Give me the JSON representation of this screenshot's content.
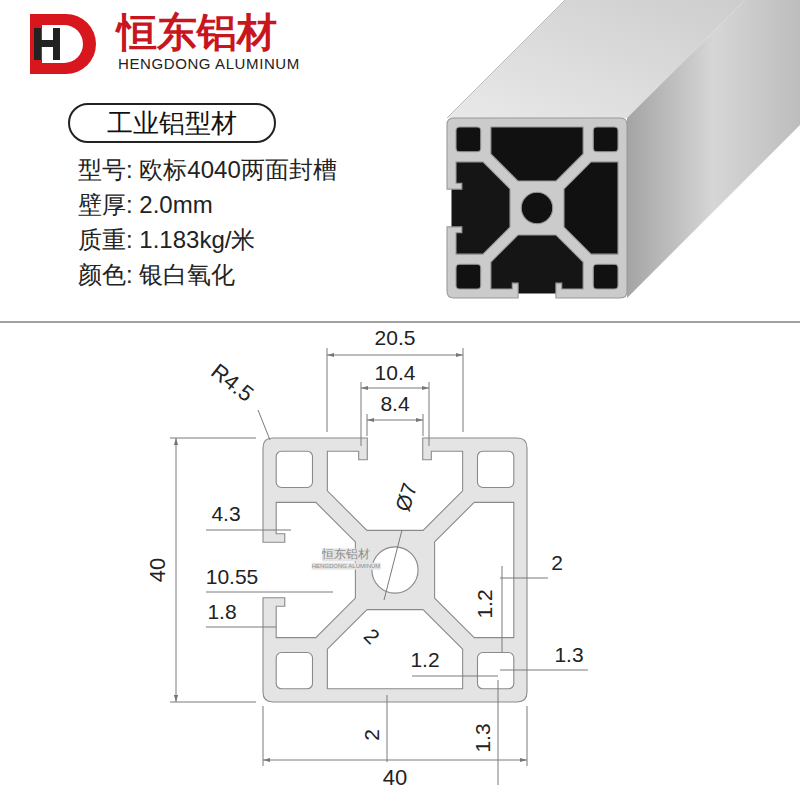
{
  "diagram": {
    "title": "恒东铝材",
    "nodes": [
      {
        "text": [
          "工业铝型材"
        ]
      }
    ],
    "labels": [
      "HENGDONG ALUMINUM",
      "型号: 欧标4040两面封槽",
      "壁厚: 2.0mm",
      "质重: 1.183kg/米",
      "颜色: 银白氧化",
      "20.5",
      "10.4",
      "8.4",
      "R4.5",
      "4.3",
      "Ø7",
      "40",
      "10.55",
      "1.8",
      "2",
      "1.2",
      "2",
      "1.2",
      "1.3",
      "2",
      "1.3",
      "40",
      "恒东铝材",
      "HENGDONG ALUMINUM"
    ]
  }
}
